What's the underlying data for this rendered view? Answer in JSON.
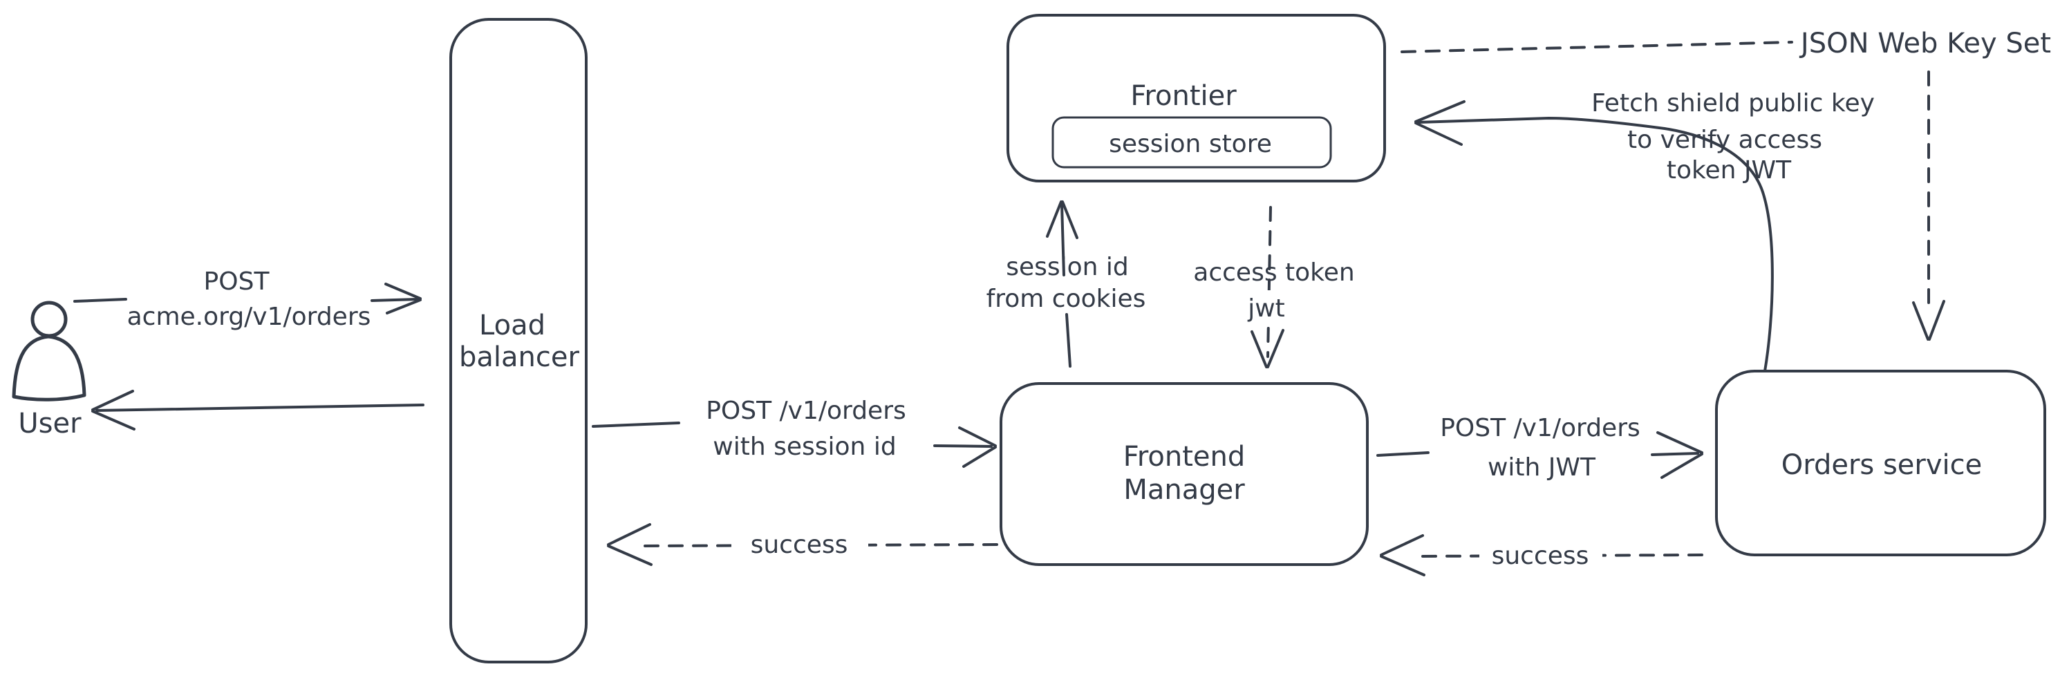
{
  "diagram": {
    "title": "Session-to-JWT auth flow diagram",
    "colors": {
      "ink": "#343b47",
      "background": "#ffffff",
      "hatch_fill": "#ccd4dd"
    },
    "nodes": {
      "user": {
        "label": "User"
      },
      "load_balancer": {
        "line1": "Load",
        "line2": "balancer"
      },
      "frontier": {
        "label": "Frontier"
      },
      "session_store": {
        "label": "session store"
      },
      "frontend_manager": {
        "line1": "Frontend",
        "line2": "Manager"
      },
      "orders_service": {
        "label": "Orders service"
      }
    },
    "edges": {
      "user_to_lb": {
        "line1": "POST",
        "line2": "acme.org/v1/orders"
      },
      "lb_to_user": {
        "label": ""
      },
      "lb_to_fm": {
        "line1": "POST /v1/orders",
        "line2": "with session id"
      },
      "fm_to_lb": {
        "label": "success"
      },
      "fm_to_frontier": {
        "line1": "session id",
        "line2": "from cookies"
      },
      "frontier_to_fm": {
        "line1": "access token",
        "line2": "jwt"
      },
      "fm_to_orders": {
        "line1": "POST /v1/orders",
        "line2": "with JWT"
      },
      "orders_to_fm": {
        "label": "success"
      },
      "orders_to_frontier": {
        "line1": "Fetch shield public key",
        "line2": "to verify access",
        "line3": "token JWT"
      },
      "jwks": {
        "label": "JSON Web Key Set"
      }
    }
  }
}
